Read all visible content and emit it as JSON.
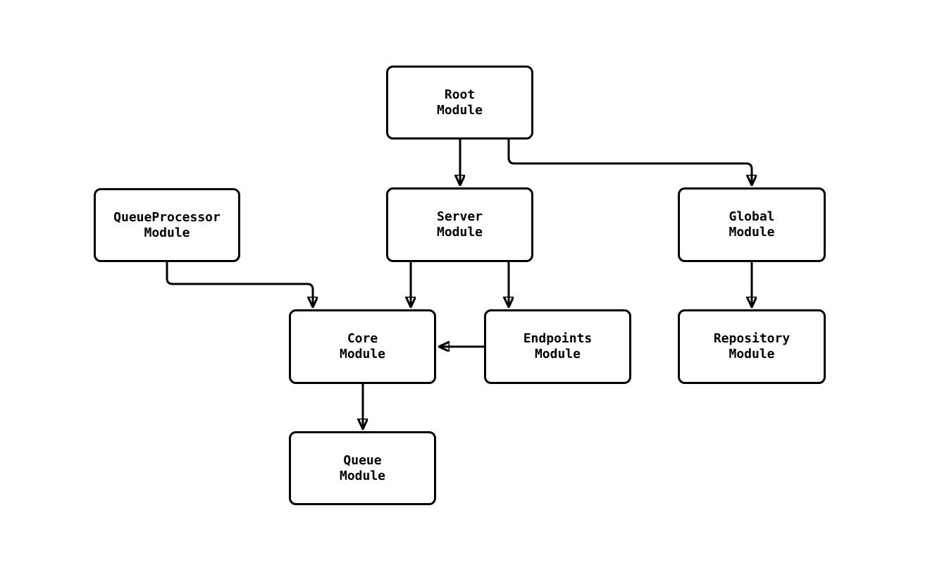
{
  "diagram": {
    "type": "flowchart",
    "colors": {
      "background": "#ffffff",
      "line": "#000000",
      "box_fill": "#ffffff",
      "text": "#000000"
    },
    "nodes": {
      "root": {
        "label": "Root\nModule"
      },
      "queueproc": {
        "label": "QueueProcessor\nModule"
      },
      "server": {
        "label": "Server\nModule"
      },
      "global": {
        "label": "Global\nModule"
      },
      "core": {
        "label": "Core\nModule"
      },
      "endpoints": {
        "label": "Endpoints\nModule"
      },
      "repository": {
        "label": "Repository\nModule"
      },
      "queue": {
        "label": "Queue\nModule"
      }
    },
    "edges": [
      {
        "from": "Root Module",
        "to": "Server Module"
      },
      {
        "from": "Root Module",
        "to": "Global Module"
      },
      {
        "from": "QueueProcessor Module",
        "to": "Core Module"
      },
      {
        "from": "Server Module",
        "to": "Core Module"
      },
      {
        "from": "Server Module",
        "to": "Endpoints Module"
      },
      {
        "from": "Endpoints Module",
        "to": "Core Module"
      },
      {
        "from": "Global Module",
        "to": "Repository Module"
      },
      {
        "from": "Core Module",
        "to": "Queue Module"
      }
    ]
  }
}
